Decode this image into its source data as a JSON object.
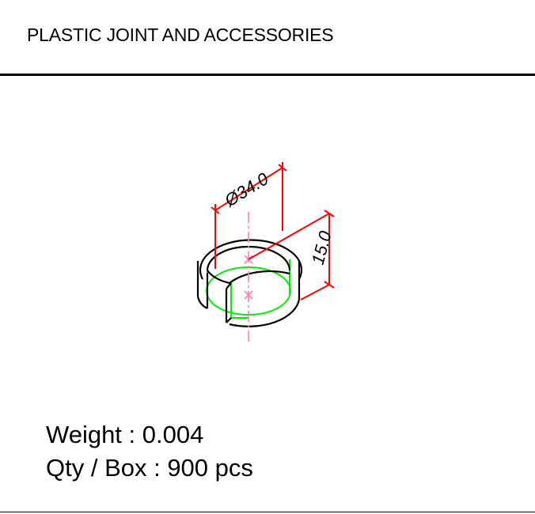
{
  "header": {
    "title": "PLASTIC JOINT AND ACCESSORIES"
  },
  "drawing": {
    "diameter_label": "Ø34.0",
    "height_label": "15.0",
    "colors": {
      "outline": "#000000",
      "dimension": "#ff0000",
      "hidden": "#00ee00",
      "axis": "#ff80b0"
    }
  },
  "specs": {
    "weight": "Weight : 0.004",
    "qty": "Qty / Box : 900 pcs"
  }
}
